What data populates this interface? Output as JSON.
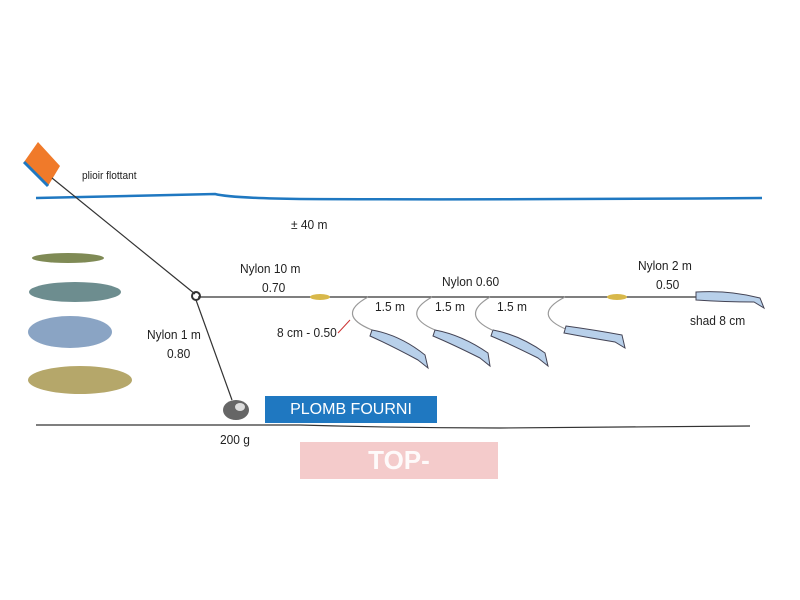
{
  "labels": {
    "float": "plioir flottant",
    "depth": "± 40 m",
    "nylon10": "Nylon 10 m",
    "nylon10_dia": "0.70",
    "nylon060": "Nylon 0.60",
    "nylon2": "Nylon 2 m",
    "nylon2_dia": "0.50",
    "shad": "shad 8 cm",
    "dropper1": "1.5 m",
    "dropper2": "1.5 m",
    "dropper3": "1.5 m",
    "snood": "8 cm - 0.50",
    "nylon1": "Nylon 1 m",
    "nylon1_dia": "0.80",
    "weight": "200 g"
  },
  "badge": "PLOMB FOURNI",
  "watermark": "TOP-FISHING.FR",
  "colors": {
    "water": "#1f78c1",
    "float": "#f07a2a",
    "badge": "#1f78c1"
  }
}
